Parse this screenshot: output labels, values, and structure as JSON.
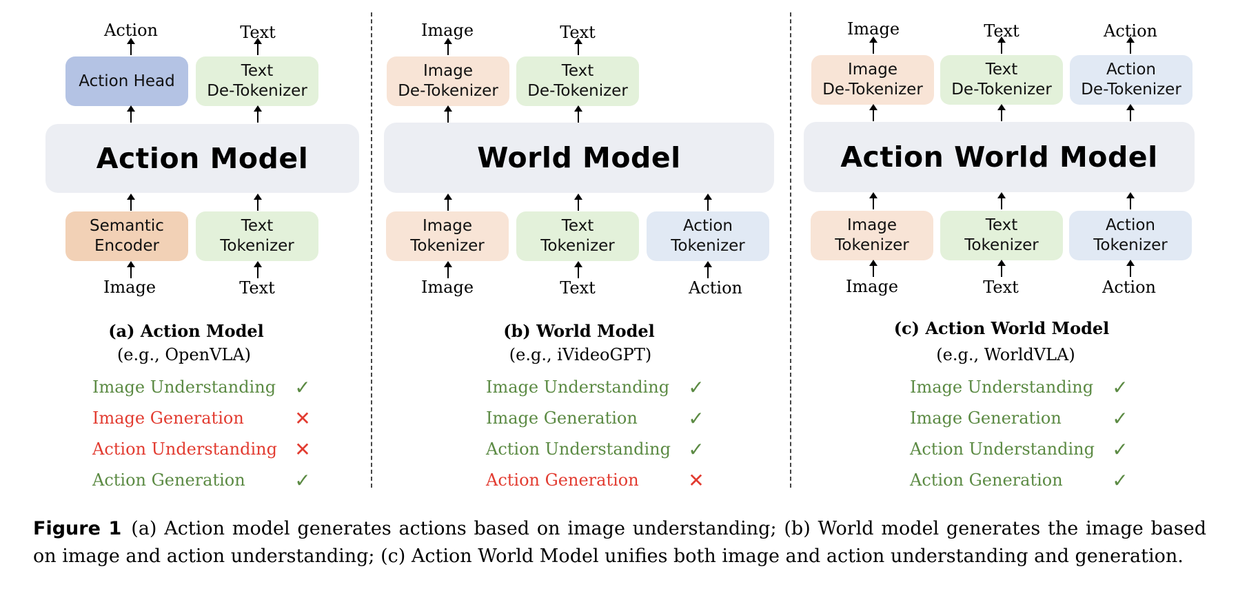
{
  "panels": {
    "a": {
      "model_name": "Action Model",
      "top_labels": [
        "Action",
        "Text"
      ],
      "top_boxes": [
        "Action Head",
        "Text\nDe-Tokenizer"
      ],
      "bottom_boxes": [
        "Semantic\nEncoder",
        "Text\nTokenizer"
      ],
      "bottom_labels": [
        "Image",
        "Text"
      ],
      "caption_title": "(a) Action Model",
      "caption_example": "(e.g., OpenVLA)",
      "capabilities": [
        {
          "label": "Image Understanding",
          "mark": "✓"
        },
        {
          "label": "Image Generation",
          "mark": "✕"
        },
        {
          "label": "Action Understanding",
          "mark": "✕"
        },
        {
          "label": "Action Generation",
          "mark": "✓"
        }
      ]
    },
    "b": {
      "model_name": "World Model",
      "top_labels": [
        "Image",
        "Text"
      ],
      "top_boxes": [
        "Image\nDe-Tokenizer",
        "Text\nDe-Tokenizer"
      ],
      "bottom_boxes": [
        "Image\nTokenizer",
        "Text\nTokenizer",
        "Action\nTokenizer"
      ],
      "bottom_labels": [
        "Image",
        "Text",
        "Action"
      ],
      "caption_title": "(b) World Model",
      "caption_example": "(e.g., iVideoGPT)",
      "capabilities": [
        {
          "label": "Image Understanding",
          "mark": "✓"
        },
        {
          "label": "Image Generation",
          "mark": "✓"
        },
        {
          "label": "Action Understanding",
          "mark": "✓"
        },
        {
          "label": "Action Generation",
          "mark": "✕"
        }
      ]
    },
    "c": {
      "model_name": "Action World Model",
      "top_labels": [
        "Image",
        "Text",
        "Action"
      ],
      "top_boxes": [
        "Image\nDe-Tokenizer",
        "Text\nDe-Tokenizer",
        "Action\nDe-Tokenizer"
      ],
      "bottom_boxes": [
        "Image\nTokenizer",
        "Text\nTokenizer",
        "Action\nTokenizer"
      ],
      "bottom_labels": [
        "Image",
        "Text",
        "Action"
      ],
      "caption_title": "(c) Action World Model",
      "caption_example": "(e.g., WorldVLA)",
      "capabilities": [
        {
          "label": "Image Understanding",
          "mark": "✓"
        },
        {
          "label": "Image Generation",
          "mark": "✓"
        },
        {
          "label": "Action Understanding",
          "mark": "✓"
        },
        {
          "label": "Action Generation",
          "mark": "✓"
        }
      ]
    }
  },
  "colors": {
    "action_head": "#b4c3e4",
    "semantic_encoder": "#f2d1b6",
    "text_box": "#e3f1da",
    "image_box": "#f8e4d6",
    "action_box": "#e1e9f4",
    "model_box": "#eceef3",
    "check": "#5b8a43",
    "cross": "#e23b30"
  },
  "figure_caption": {
    "label": "Figure 1",
    "text": "(a) Action model generates actions based on image understanding; (b) World model generates the image based on image and action understanding; (c) Action World Model unifies both image and action understanding and generation."
  }
}
